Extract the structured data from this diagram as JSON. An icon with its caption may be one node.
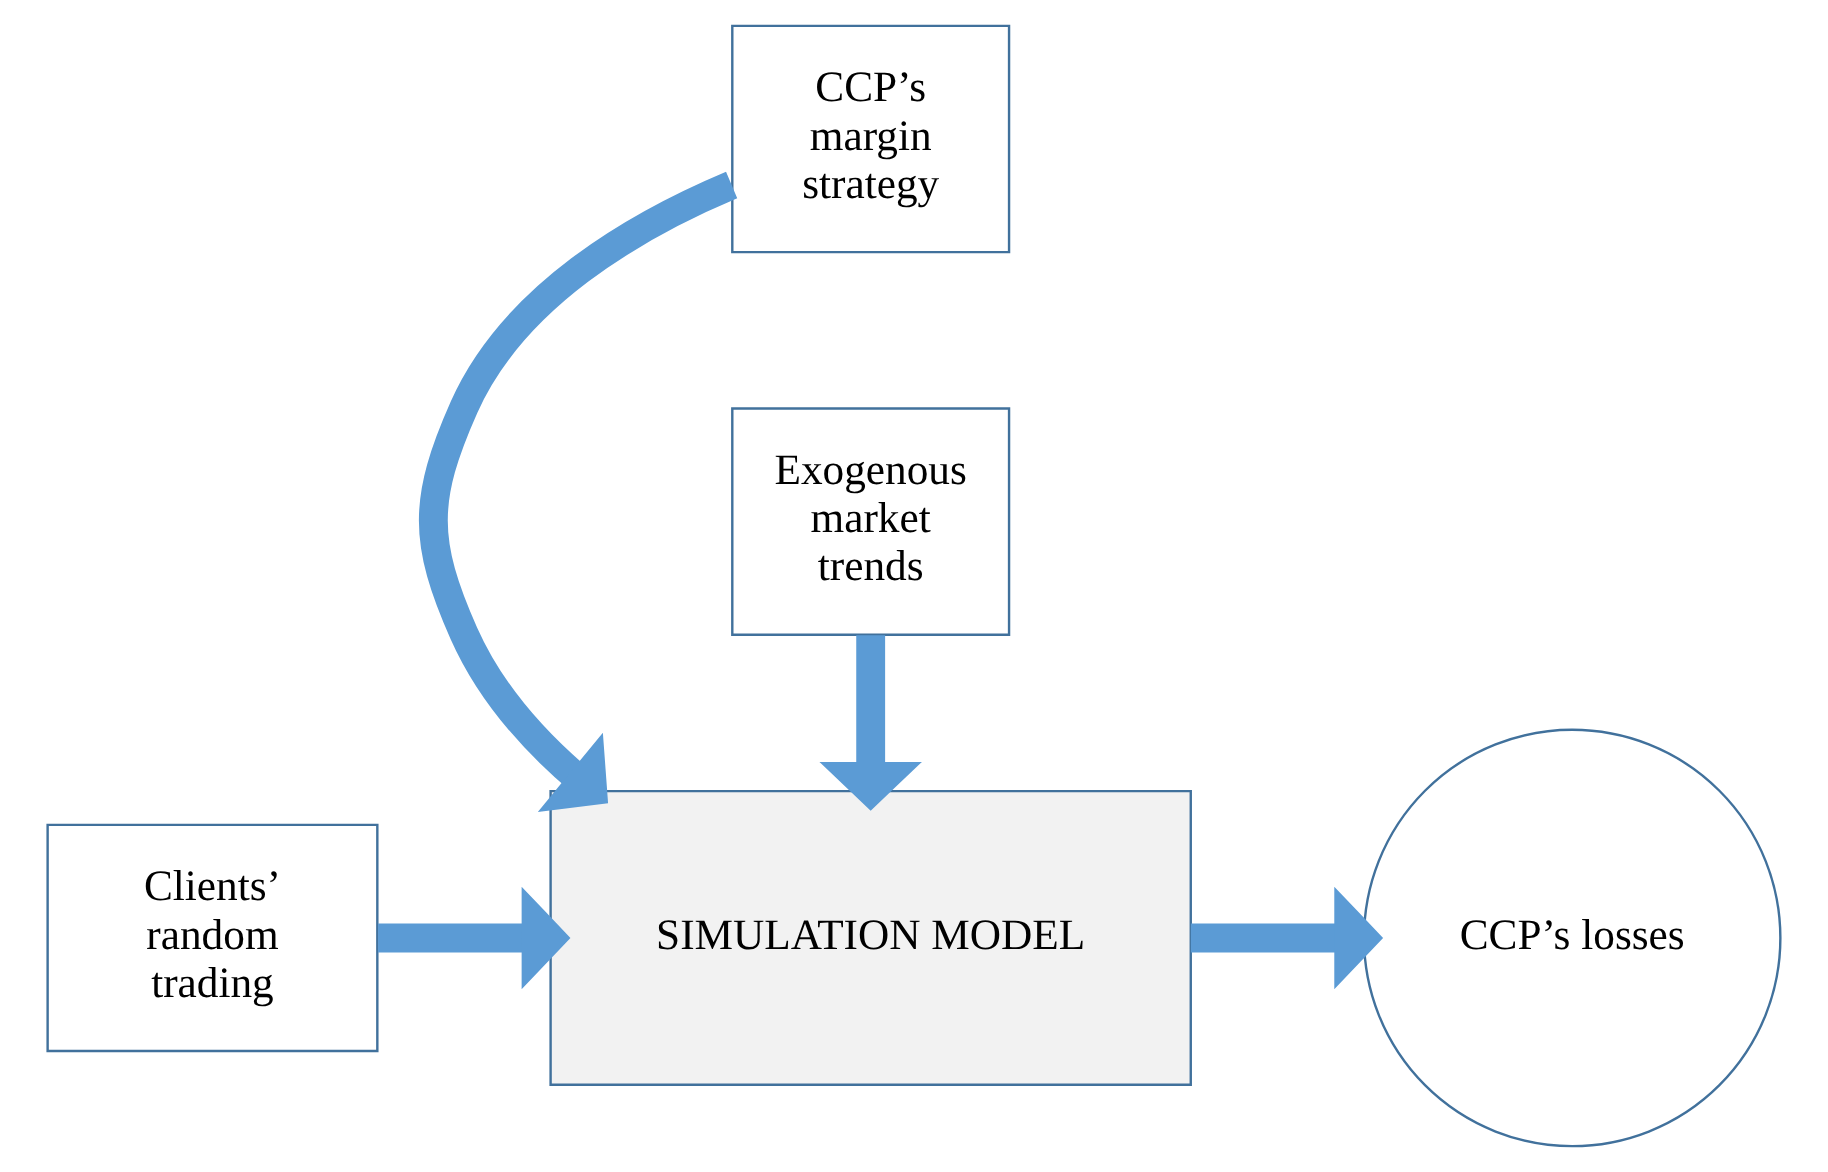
{
  "diagram": {
    "nodes": [
      {
        "text": [
          "CCP’s margin strategy"
        ]
      },
      {
        "text": [
          "Clients’ random trading"
        ]
      },
      {
        "text": [
          "SIMULATION MODEL"
        ]
      },
      {
        "text": [
          "CCP’s losses"
        ]
      },
      {
        "text": [
          "Exogenous market trends"
        ]
      }
    ],
    "edges": [
      {
        "from": 0,
        "to": 2,
        "arrow": "to"
      },
      {
        "from": 1,
        "to": 2,
        "arrow": "to"
      },
      {
        "from": 4,
        "to": 2,
        "arrow": "to"
      },
      {
        "from": 2,
        "to": 3,
        "arrow": "to"
      }
    ]
  }
}
